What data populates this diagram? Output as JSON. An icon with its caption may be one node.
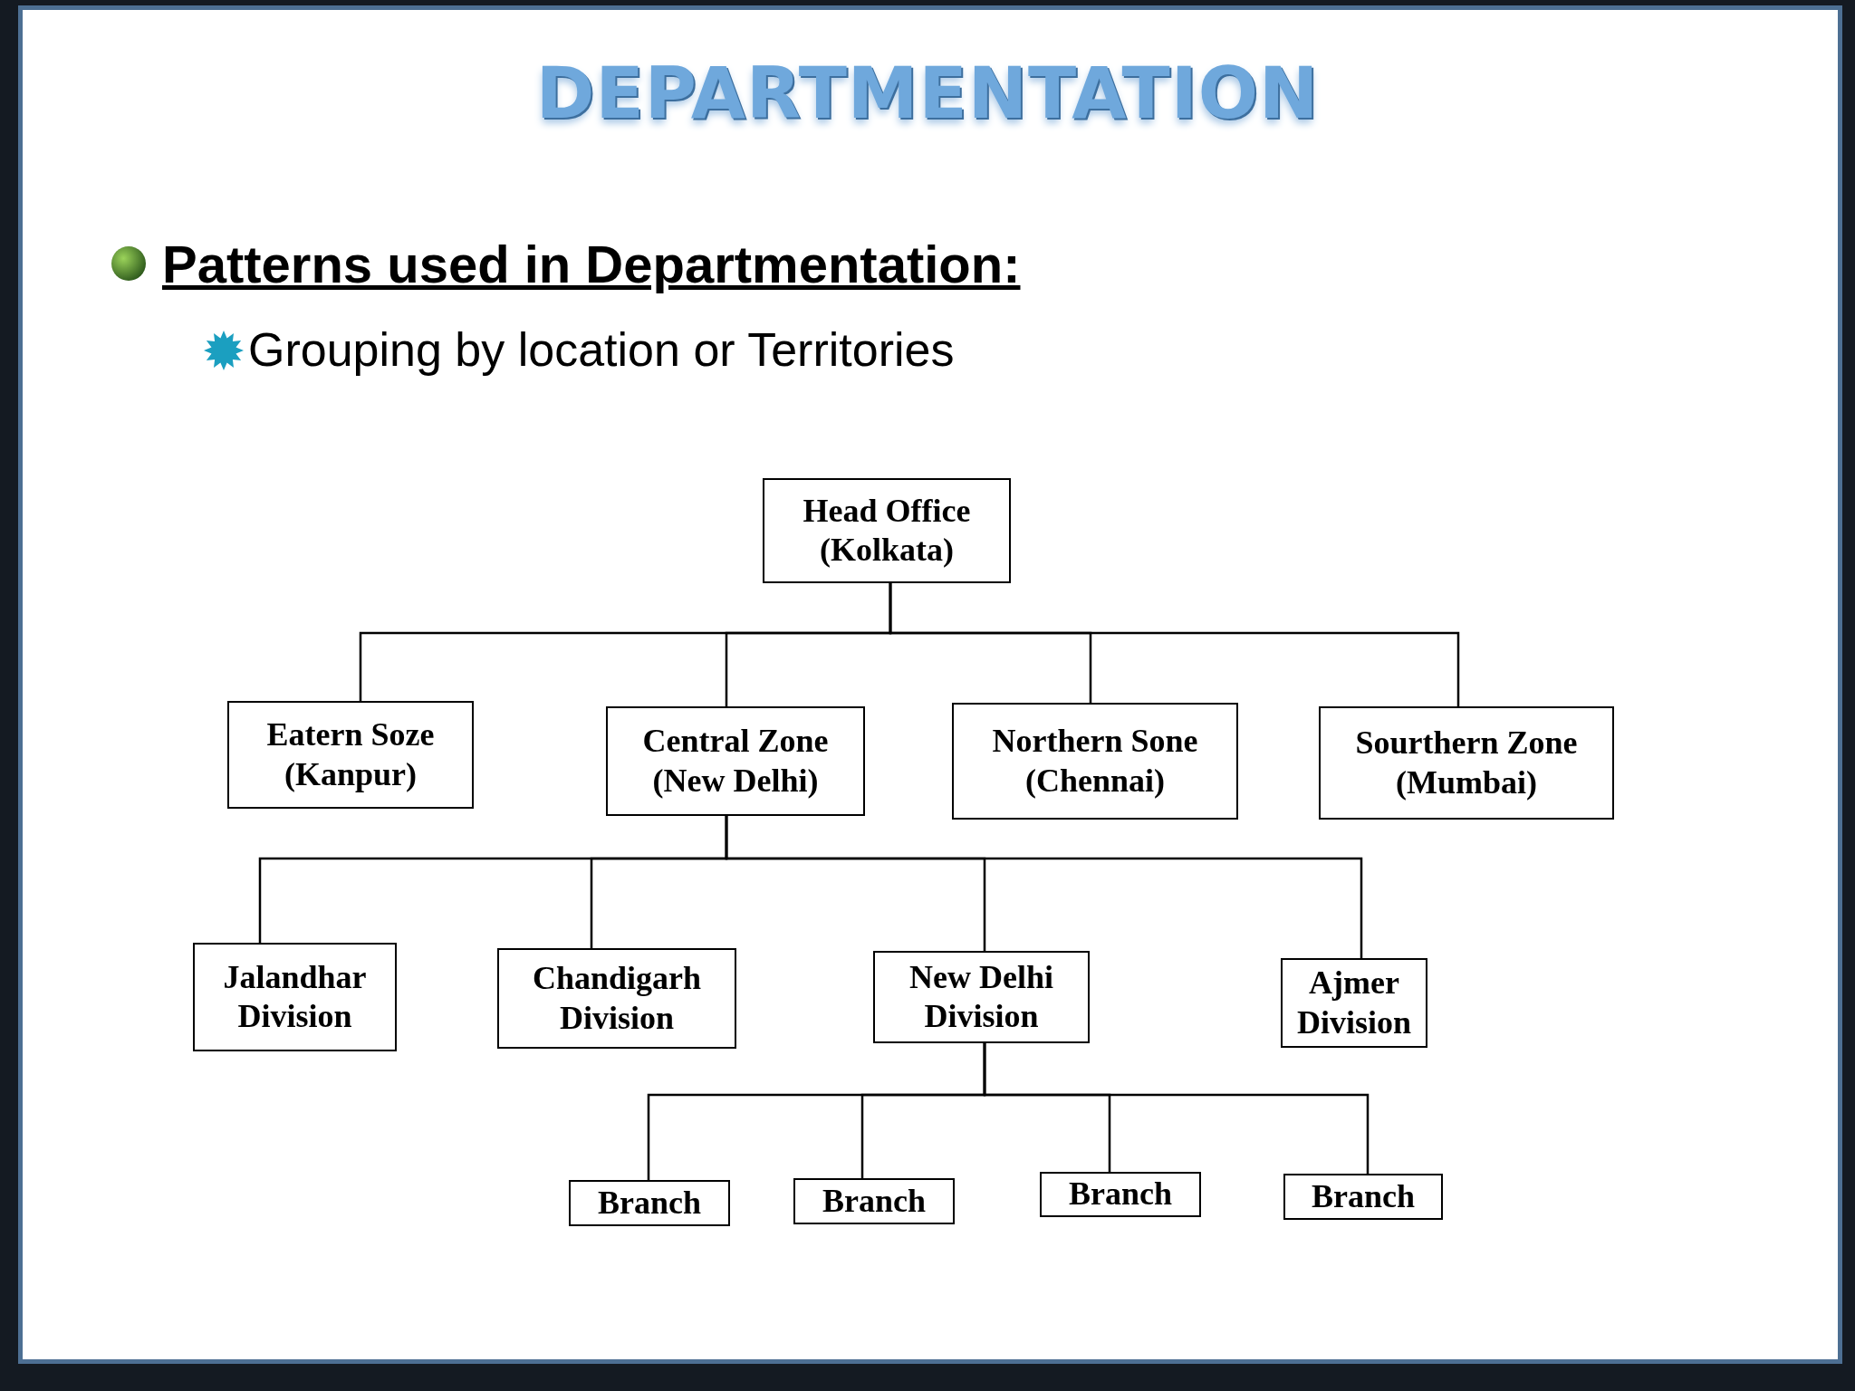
{
  "diagram": {
    "title": "DEPARTMENTATION",
    "nodes": [
      {
        "text": [
          "Head Office",
          "(Kolkata)"
        ]
      },
      {
        "text": [
          "Eatern Soze",
          "(Kanpur)"
        ]
      },
      {
        "text": [
          "Central Zone",
          "(New Delhi)"
        ]
      },
      {
        "text": [
          "Northern Sone",
          "(Chennai)"
        ]
      },
      {
        "text": [
          "Sourthern Zone",
          "(Mumbai)"
        ]
      },
      {
        "text": [
          "Jalandhar",
          "Division"
        ]
      },
      {
        "text": [
          "Chandigarh",
          "Division"
        ]
      },
      {
        "text": [
          "New Delhi",
          "Division"
        ]
      },
      {
        "text": [
          "Ajmer",
          "Division"
        ]
      },
      {
        "text": [
          "Branch"
        ]
      },
      {
        "text": [
          "Branch"
        ]
      },
      {
        "text": [
          "Branch"
        ]
      },
      {
        "text": [
          "Branch"
        ]
      }
    ],
    "edges": [
      {
        "from": 0,
        "to": 1,
        "arrow": "none"
      },
      {
        "from": 0,
        "to": 2,
        "arrow": "none"
      },
      {
        "from": 0,
        "to": 3,
        "arrow": "none"
      },
      {
        "from": 0,
        "to": 4,
        "arrow": "none"
      },
      {
        "from": 2,
        "to": 5,
        "arrow": "none"
      },
      {
        "from": 2,
        "to": 6,
        "arrow": "none"
      },
      {
        "from": 2,
        "to": 7,
        "arrow": "none"
      },
      {
        "from": 2,
        "to": 8,
        "arrow": "none"
      },
      {
        "from": 7,
        "to": 9,
        "arrow": "none"
      },
      {
        "from": 7,
        "to": 10,
        "arrow": "none"
      },
      {
        "from": 7,
        "to": 11,
        "arrow": "none"
      },
      {
        "from": 7,
        "to": 12,
        "arrow": "none"
      }
    ],
    "labels": [
      "Patterns used in Departmentation:",
      "Grouping by location or Territories"
    ]
  }
}
